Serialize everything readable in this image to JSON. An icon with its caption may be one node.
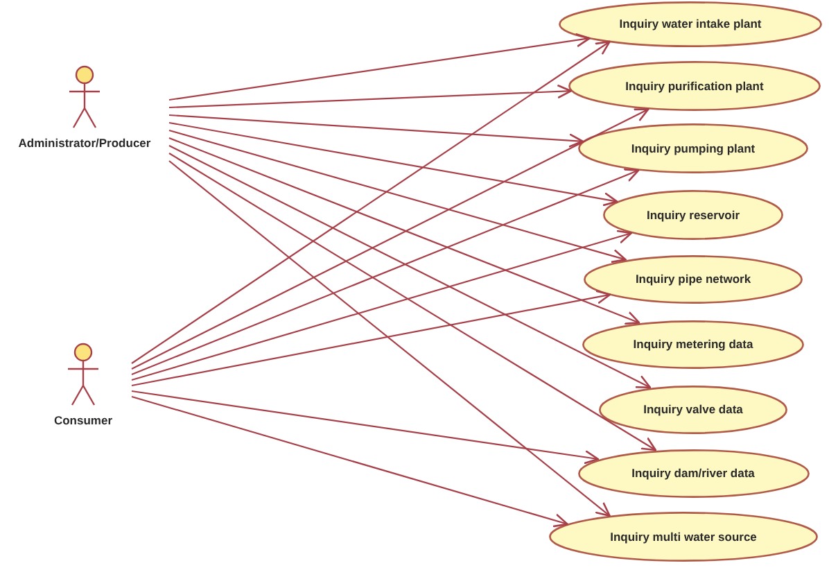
{
  "diagram": {
    "nodes": [
      {
        "text": [
          "Administrator/Producer"
        ]
      },
      {
        "text": [
          "Consumer"
        ]
      },
      {
        "text": [
          "Inquiry water intake plant"
        ]
      },
      {
        "text": [
          "Inquiry purification plant"
        ]
      },
      {
        "text": [
          "Inquiry pumping plant"
        ]
      },
      {
        "text": [
          "Inquiry reservoir"
        ]
      },
      {
        "text": [
          "Inquiry pipe network"
        ]
      },
      {
        "text": [
          "Inquiry metering data"
        ]
      },
      {
        "text": [
          "Inquiry valve data"
        ]
      },
      {
        "text": [
          "Inquiry dam/river data"
        ]
      },
      {
        "text": [
          "Inquiry multi water source"
        ]
      }
    ],
    "edges": [
      {
        "from": 0,
        "to": 2,
        "arrow": "to"
      },
      {
        "from": 0,
        "to": 3,
        "arrow": "to"
      },
      {
        "from": 0,
        "to": 4,
        "arrow": "to"
      },
      {
        "from": 0,
        "to": 5,
        "arrow": "to"
      },
      {
        "from": 0,
        "to": 6,
        "arrow": "to"
      },
      {
        "from": 0,
        "to": 7,
        "arrow": "to"
      },
      {
        "from": 0,
        "to": 8,
        "arrow": "to"
      },
      {
        "from": 0,
        "to": 9,
        "arrow": "to"
      },
      {
        "from": 0,
        "to": 10,
        "arrow": "to"
      },
      {
        "from": 1,
        "to": 2,
        "arrow": "to"
      },
      {
        "from": 1,
        "to": 3,
        "arrow": "to"
      },
      {
        "from": 1,
        "to": 4,
        "arrow": "to"
      },
      {
        "from": 1,
        "to": 5,
        "arrow": "to"
      },
      {
        "from": 1,
        "to": 6,
        "arrow": "to"
      },
      {
        "from": 1,
        "to": 9,
        "arrow": "to"
      },
      {
        "from": 1,
        "to": 10,
        "arrow": "to"
      }
    ]
  }
}
